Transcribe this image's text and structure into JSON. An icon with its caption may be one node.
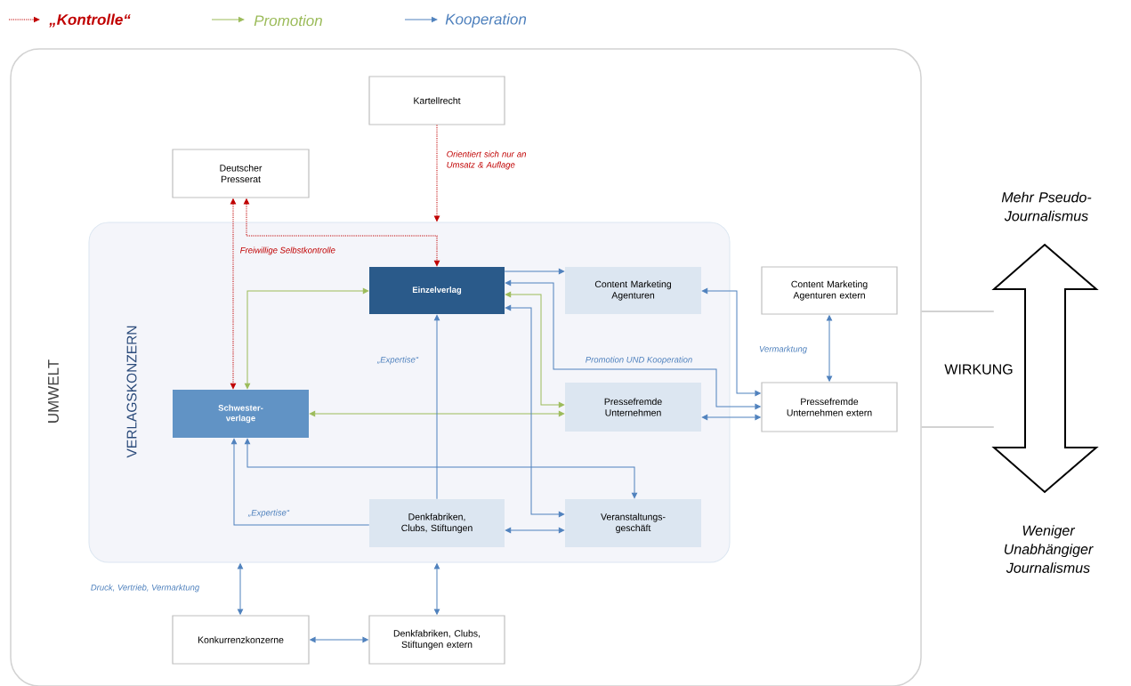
{
  "diagram": {
    "nodes": [
      {
        "text": [
          "UMWELT"
        ]
      },
      {
        "text": [
          "VERLAGSKONZERN"
        ],
        "in": 0
      },
      {
        "text": [
          "Kartellrecht"
        ],
        "in": 0
      },
      {
        "text": [
          "Deutscher Presserat"
        ],
        "in": 0
      },
      {
        "text": [
          "Einzelverlag"
        ],
        "in": 1
      },
      {
        "text": [
          "Content Marketing Agenturen"
        ],
        "in": 1
      },
      {
        "text": [
          "Content Marketing Agenturen extern"
        ],
        "in": 0
      },
      {
        "text": [
          "Schwester-verlage"
        ],
        "in": 1
      },
      {
        "text": [
          "Pressefremde Unternehmen"
        ],
        "in": 1
      },
      {
        "text": [
          "Pressefremde Unternehmen extern"
        ],
        "in": 0
      },
      {
        "text": [
          "Denkfabriken, Clubs, Stiftungen"
        ],
        "in": 1
      },
      {
        "text": [
          "Veranstaltungs-geschäft"
        ],
        "in": 1
      },
      {
        "text": [
          "Konkurrenzkonzerne"
        ],
        "in": 0
      },
      {
        "text": [
          "Denkfabriken, Clubs, Stiftungen extern"
        ],
        "in": 0
      },
      {
        "text": [
          "Mehr Pseudo-Journalismus",
          "WIRKUNG",
          "Weniger Unabhängiger Journalismus"
        ]
      }
    ],
    "edges": [
      {
        "from": 2,
        "to": 1,
        "arrow": "to",
        "label": "Orientiert sich nur an Umsatz & Auflage",
        "style": "dashed",
        "color": "#c00000"
      },
      {
        "from": 3,
        "to": 7,
        "arrow": "both",
        "label": "Freiwillige Selbstkontrolle",
        "style": "dashed",
        "color": "#c00000"
      },
      {
        "from": 3,
        "to": 4,
        "arrow": "both",
        "style": "dashed",
        "color": "#c00000"
      },
      {
        "from": 7,
        "to": 4,
        "arrow": "both",
        "color": "#9bbb59"
      },
      {
        "from": 7,
        "to": 8,
        "arrow": "both",
        "color": "#9bbb59"
      },
      {
        "from": 4,
        "to": 8,
        "arrow": "both",
        "color": "#9bbb59"
      },
      {
        "from": 4,
        "to": 9,
        "arrow": "both",
        "label": "Promotion UND Kooperation"
      },
      {
        "from": 5,
        "to": 9,
        "arrow": "both"
      },
      {
        "from": 4,
        "to": 5,
        "arrow": "to"
      },
      {
        "from": 4,
        "to": 11,
        "arrow": "both"
      },
      {
        "from": 10,
        "to": 4,
        "arrow": "to",
        "label": "„Expertise“"
      },
      {
        "from": 10,
        "to": 7,
        "arrow": "to",
        "label": "„Expertise“"
      },
      {
        "from": 7,
        "to": 11,
        "arrow": "both"
      },
      {
        "from": 10,
        "to": 11,
        "arrow": "both"
      },
      {
        "from": 8,
        "to": 9,
        "arrow": "both"
      },
      {
        "from": 6,
        "to": 9,
        "arrow": "both",
        "label": "Vermarktung"
      },
      {
        "from": 1,
        "to": 12,
        "arrow": "both",
        "label": "Druck, Vertrieb, Vermarktung"
      },
      {
        "from": 1,
        "to": 13,
        "arrow": "both"
      },
      {
        "from": 12,
        "to": 13,
        "arrow": "both"
      },
      {
        "from": 0,
        "to": 14,
        "arrow": "none",
        "color": "#a6a6a6"
      },
      {
        "from": 0,
        "to": 14,
        "arrow": "none",
        "color": "#a6a6a6"
      }
    ],
    "legend": [
      {
        "text": "„Kontrolle“"
      },
      {
        "text": "Promotion"
      },
      {
        "text": "Kooperation"
      }
    ]
  }
}
